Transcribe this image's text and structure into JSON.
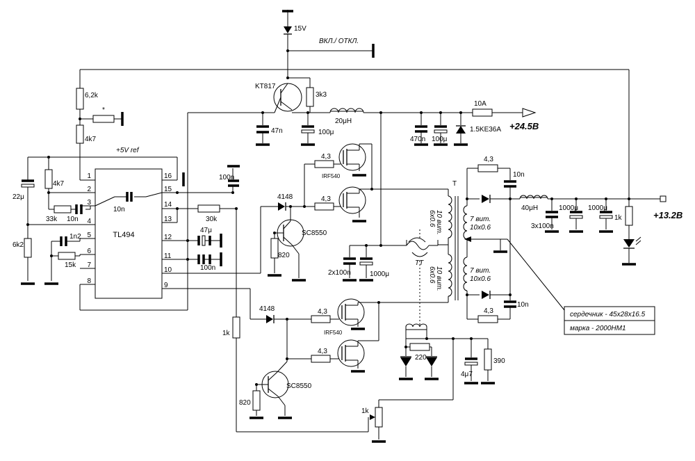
{
  "labels": {
    "v15": "15V",
    "switch": "ВКЛ./ ОТКЛ.",
    "kt817": "KT817",
    "r3k3": "3k3",
    "c47n": "47n",
    "c100u_top": "100μ",
    "l20u": "20μH",
    "fuse10a": "10A",
    "out1": "+24.5B",
    "c470n": "470n",
    "c100u_out": "100μ",
    "tvs": "1.5KE36A",
    "r6k2_top": "6,2k",
    "star": "*",
    "r4k7_top": "4k7",
    "ref5v": "+5V ref",
    "r4k7_left": "4k7",
    "c22u": "22μ",
    "r33k": "33k",
    "c10n_left": "10n",
    "c10n_ic": "10n",
    "ic": "TL494",
    "r6k2_left": "6k2",
    "c1n2": "1n2",
    "r15k": "15k",
    "r30k": "30k",
    "c100n_ic": "100n",
    "c47u": "47μ",
    "c100n_bot": "100n",
    "d4148_top": "4148",
    "d4148_bot": "4148",
    "sc8550_top": "SC8550",
    "sc8550_bot": "SC8550",
    "r820_top": "820",
    "r820_bot": "820",
    "r43_g1": "4,3",
    "r43_g2": "4,3",
    "r43_g3": "4,3",
    "r43_g4": "4,3",
    "irf_top": "IRF540",
    "irf_bot": "IRF540",
    "c2x100n": "2x100n",
    "c1000u_mid": "1000μ",
    "tt": "TT",
    "t": "T",
    "prim1": "10 вит.",
    "prim1b": "6x0.6",
    "prim2": "10 вит.",
    "prim2b": "6x0.6",
    "sec1": "7 вит.",
    "sec1b": "10x0.6",
    "sec2": "7 вит.",
    "sec2b": "10x0.6",
    "snub_r_top": "4,3",
    "snub_c_top": "10n",
    "snub_r_bot": "4,3",
    "snub_c_bot": "10n",
    "l40u": "40μH",
    "c1000u_a": "1000μ",
    "c1000u_b": "1000μ",
    "c3x100n": "3x100n",
    "r1k_led": "1k",
    "out2": "+13.2B",
    "core": "сердечник - 45x28x16.5",
    "brand": "марка - 2000НМ1",
    "r1k_fb": "1k",
    "r220": "220",
    "c4u7": "4μ7",
    "r390": "390",
    "pot1k": "1k",
    "pins": [
      "1",
      "2",
      "3",
      "4",
      "5",
      "6",
      "7",
      "8",
      "16",
      "15",
      "14",
      "13",
      "12",
      "11",
      "10",
      "9"
    ]
  }
}
